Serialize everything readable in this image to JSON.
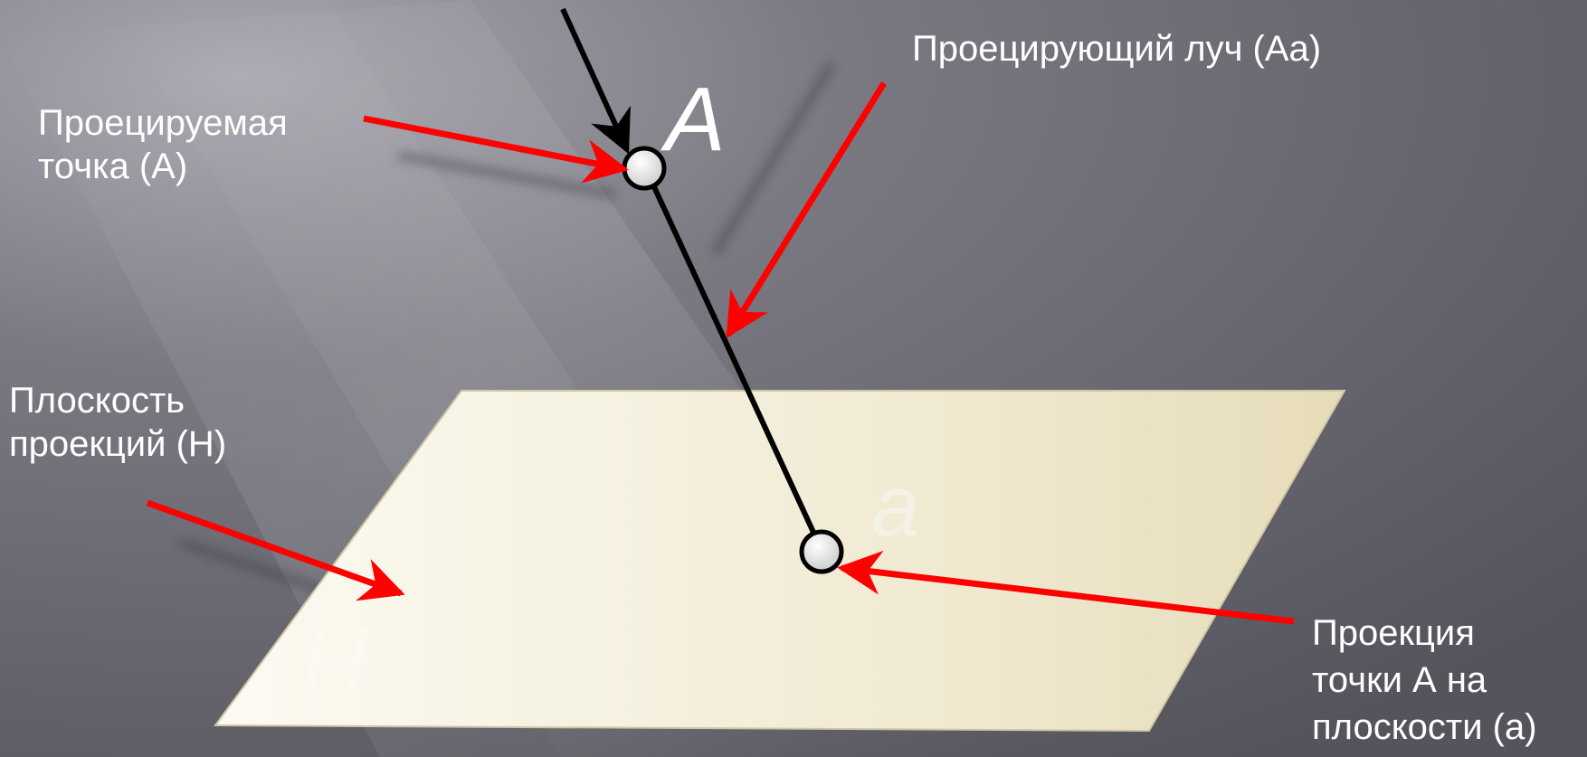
{
  "labels": {
    "point": "Проецируемая\nточка (A)",
    "ray": "Проецирующий луч (Aa)",
    "plane": "Плоскость\nпроекций (H)",
    "projection": "Проекция\nточки А на\nплоскости (а)"
  },
  "letters": {
    "point_A": "A",
    "projection_a": "a",
    "plane_H": "H"
  },
  "colors": {
    "background": "#5f5e66",
    "plane": "#f3eed8",
    "arrow": "#ff0000",
    "ray": "#000000",
    "text": "#ffffff"
  }
}
